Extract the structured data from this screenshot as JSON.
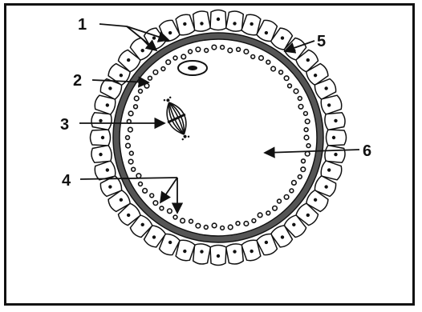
{
  "diagram": {
    "labels": [
      {
        "key": "1",
        "text": "1"
      },
      {
        "key": "2",
        "text": "2"
      },
      {
        "key": "3",
        "text": "3"
      },
      {
        "key": "4",
        "text": "4"
      },
      {
        "key": "5",
        "text": "5"
      },
      {
        "key": "6",
        "text": "6"
      }
    ]
  },
  "colors": {
    "ink": "#111111",
    "background": "#ffffff"
  }
}
